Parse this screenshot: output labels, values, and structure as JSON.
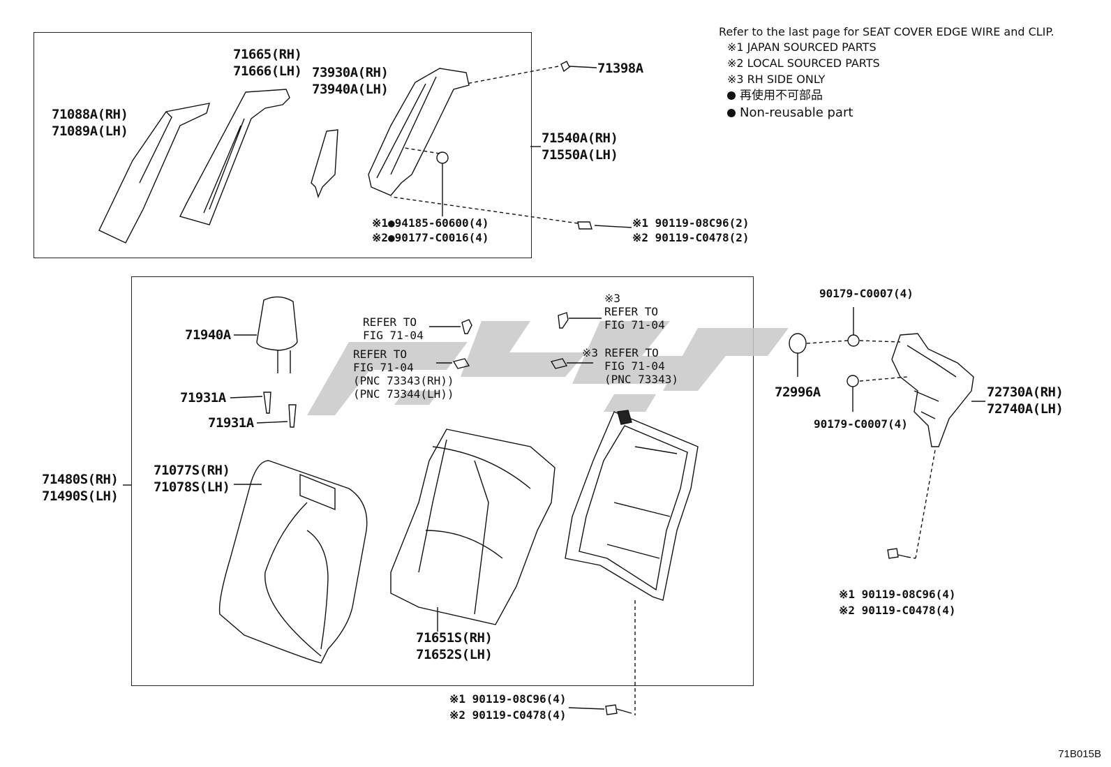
{
  "notes": {
    "line1": "Refer to the last page for SEAT COVER EDGE WIRE and CLIP.",
    "line2": "※1 JAPAN SOURCED PARTS",
    "line3": "※2 LOCAL SOURCED PARTS",
    "line4": "※3 RH SIDE ONLY",
    "line5": "再使用不可部品",
    "line6": "Non-reusable part"
  },
  "labels": {
    "p71665": "71665(RH)",
    "p71666": "71666(LH)",
    "p73930": "73930A(RH)",
    "p73940": "73940A(LH)",
    "p71088": "71088A(RH)",
    "p71089": "71089A(LH)",
    "p71398": "71398A",
    "p71540": "71540A(RH)",
    "p71550": "71550A(LH)",
    "p94185": "※1●94185-60600(4)",
    "p90177": "※2●90177-C0016(4)",
    "p90119a": "※1 90119-08C96(2)",
    "p90119b": "※2 90119-C0478(2)",
    "p71940": "71940A",
    "p71931a": "71931A",
    "p71931b": "71931A",
    "p71480": "71480S(RH)",
    "p71490": "71490S(LH)",
    "p71077": "71077S(RH)",
    "p71078": "71078S(LH)",
    "ref1a": "REFER TO",
    "ref1b": "FIG 71-04",
    "ref2a": "REFER TO",
    "ref2b": "FIG 71-04",
    "ref2c": "(PNC 73343(RH))",
    "ref2d": "(PNC 73344(LH))",
    "ref3a": "※3",
    "ref3b": "REFER TO",
    "ref3c": "FIG 71-04",
    "ref4a": "※3 REFER TO",
    "ref4b": "FIG 71-04",
    "ref4c": "(PNC 73343)",
    "p71651": "71651S(RH)",
    "p71652": "71652S(LH)",
    "p90119c": "※1 90119-08C96(4)",
    "p90119d": "※2 90119-C0478(4)",
    "p90179a": "90179-C0007(4)",
    "p90179b": "90179-C0007(4)",
    "p72996": "72996A",
    "p72730": "72730A(RH)",
    "p72740": "72740A(LH)",
    "p90119e": "※1 90119-08C96(4)",
    "p90119f": "※2 90119-C0478(4)"
  },
  "diagram_code": "71B015B",
  "colors": {
    "line": "#111111",
    "watermark": "#c8c8c8"
  }
}
